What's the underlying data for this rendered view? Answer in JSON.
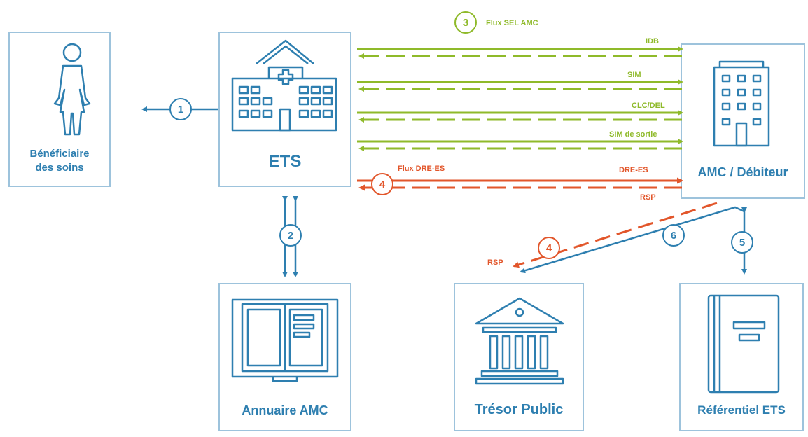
{
  "nodes": {
    "beneficiaire": "Bénéficiaire des soins",
    "ets": "ETS",
    "amc": "AMC / Débiteur",
    "annuaire": "Annuaire AMC",
    "tresor": "Trésor Public",
    "referentiel": "Référentiel ETS"
  },
  "steps": {
    "s1": "1",
    "s2": "2",
    "s3": "3",
    "s4a": "4",
    "s4b": "4",
    "s5": "5",
    "s6": "6"
  },
  "flows": {
    "sel_amc": "Flux SEL AMC",
    "idb": "IDB",
    "sim": "SIM",
    "clc_del": "CLC/DEL",
    "sim_sortie": "SIM de sortie",
    "flux_dre": "Flux DRE-ES",
    "dre_es": "DRE-ES",
    "rsp_amc": "RSP",
    "rsp_tresor": "RSP"
  },
  "colors": {
    "box_border": "#9dc3dc",
    "blue": "#2e7fb0",
    "green": "#8fba2a",
    "orange": "#e2562b"
  },
  "icons": [
    "person-icon",
    "hospital-icon",
    "office-building-icon",
    "book-icon",
    "bank-icon",
    "register-icon"
  ]
}
